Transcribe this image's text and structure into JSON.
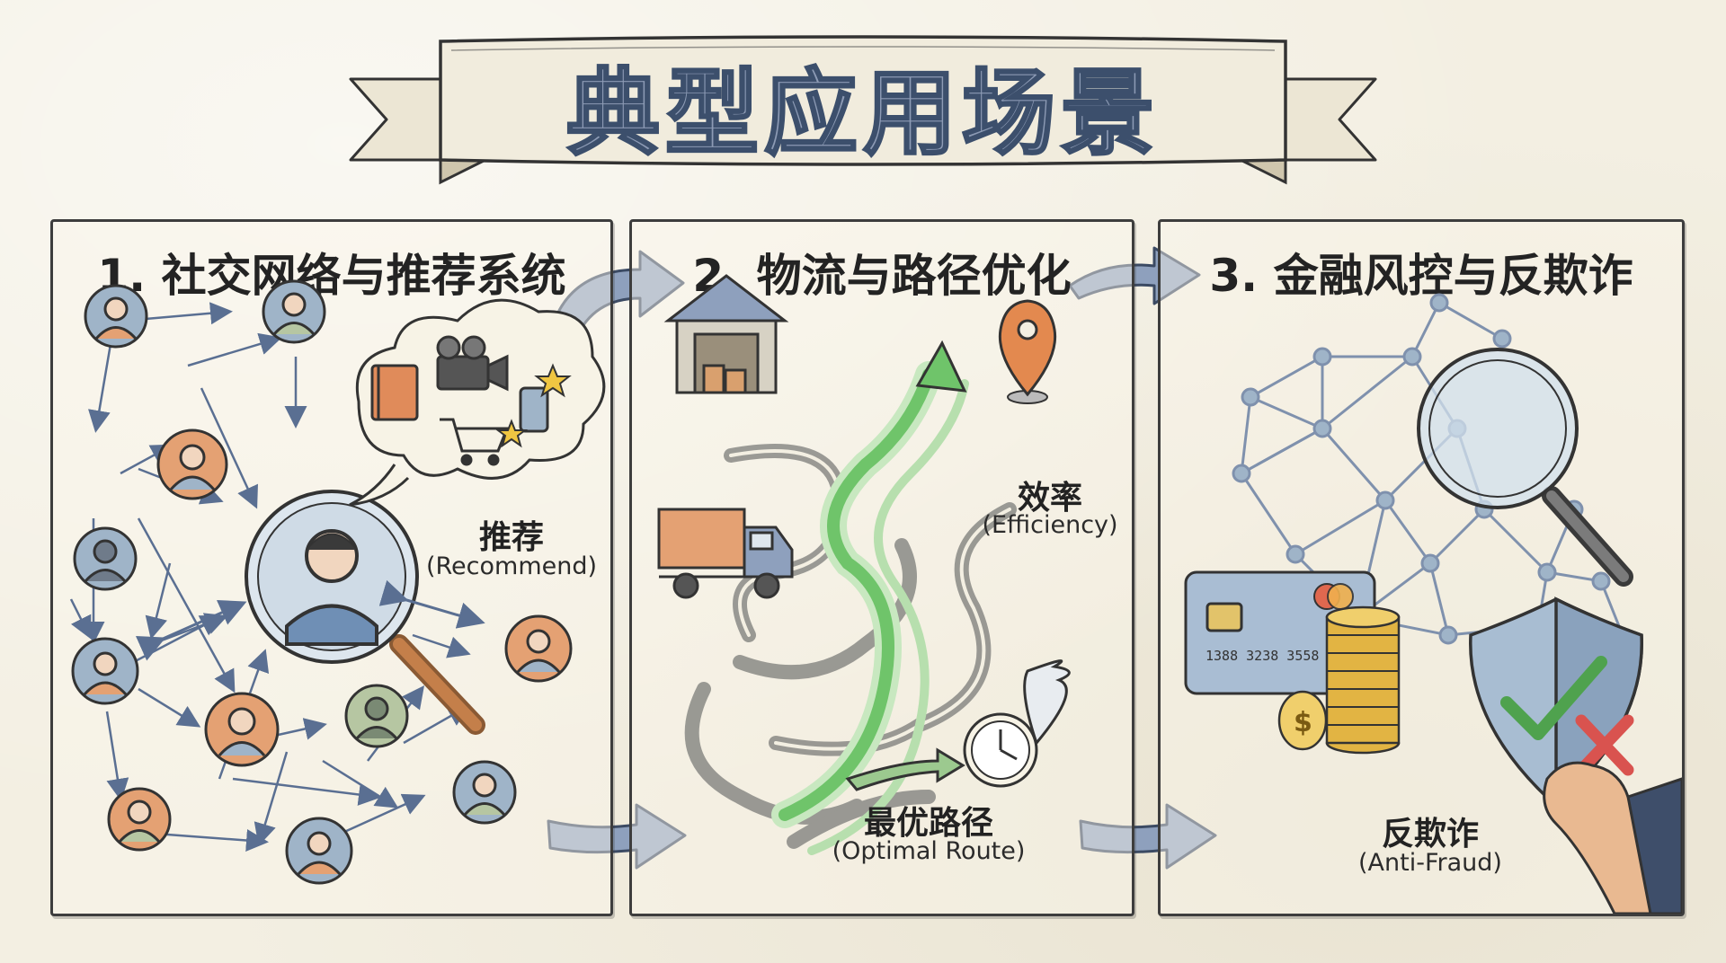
{
  "title": "典型应用场景",
  "panels": [
    {
      "heading": "1. 社交网络与推荐系统",
      "label_cn": "推荐",
      "label_en": "(Recommend)",
      "icons": [
        "user-avatar-icon",
        "magnifier-icon",
        "book-icon",
        "movie-camera-icon",
        "shopping-cart-icon",
        "tablet-icon",
        "star-icon"
      ]
    },
    {
      "heading": "2. 物流与路径优化",
      "efficiency_cn": "效率",
      "efficiency_en": "(Efficiency)",
      "route_cn": "最优路径",
      "route_en": "(Optimal Route)",
      "icons": [
        "warehouse-icon",
        "truck-icon",
        "map-pin-icon",
        "winged-clock-icon"
      ]
    },
    {
      "heading": "3. 金融风控与反欺诈",
      "card_number": "1388 3238 3558",
      "label_cn": "反欺诈",
      "label_en": "(Anti-Fraud)",
      "icons": [
        "network-graph-icon",
        "magnifier-icon",
        "credit-card-icon",
        "coin-stack-icon",
        "shield-check-icon",
        "red-cross-icon",
        "hand-icon"
      ]
    }
  ],
  "colors": {
    "paper": "#f3efe2",
    "ink": "#2c2c2c",
    "title_fill": "#8d9bb5",
    "arrow_blue": "#8ea0bd",
    "route_green": "#6fc46a",
    "pin_orange": "#e3894f",
    "avatar_blue": "#9fb4c8",
    "avatar_orange": "#e4a173",
    "avatar_green": "#b6c6a2",
    "shield_blue": "#a8bdd2",
    "check_green": "#4fa24e",
    "cross_red": "#d9534f",
    "coin_gold": "#e2b443"
  }
}
